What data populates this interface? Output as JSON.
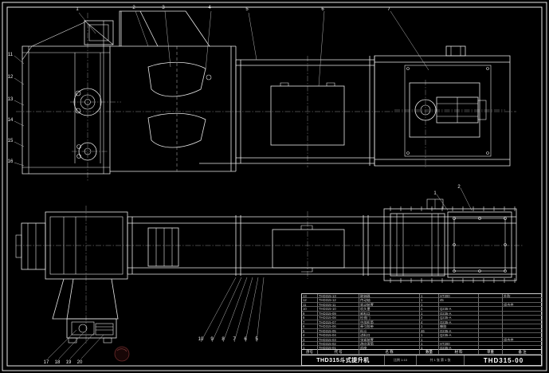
{
  "meta": {
    "background": "#000000",
    "line_color": "#e8e8e8",
    "centerline_color": "#8f8f8f",
    "stamp_color": "#6a2a2a"
  },
  "title_block": {
    "product_name": "THD315斗式提升机",
    "scale_text": "比例 1:10",
    "sheet_text": "共 1 张 第 1 张",
    "drawing_no": "THD315-00"
  },
  "parts_table": {
    "header": [
      "序号",
      "代  号",
      "名  称",
      "数量",
      "材  料",
      "单重",
      "备  注"
    ],
    "rows": [
      [
        "13",
        "THD315-13",
        "联轴器",
        "1",
        "HT200",
        "",
        "外购"
      ],
      [
        "12",
        "THD315-12",
        "传动轴",
        "1",
        "45",
        "",
        ""
      ],
      [
        "11",
        "THD315-11",
        "驱动装置",
        "1",
        "",
        "",
        "组合件"
      ],
      [
        "10",
        "THD315-10",
        "机头罩",
        "1",
        "Q235-A",
        "",
        ""
      ],
      [
        "9",
        "THD315-09",
        "卸料口",
        "1",
        "Q235-A",
        "",
        ""
      ],
      [
        "8",
        "THD315-08",
        "检视门",
        "2",
        "Q235-A",
        "",
        ""
      ],
      [
        "7",
        "THD315-07",
        "中部机筒",
        "4",
        "Q235-A",
        "",
        ""
      ],
      [
        "6",
        "THD315-06",
        "牵引胶带",
        "1",
        "橡胶",
        "",
        ""
      ],
      [
        "5",
        "THD315-05",
        "料斗",
        "46",
        "Q235-A",
        "",
        ""
      ],
      [
        "4",
        "THD315-04",
        "进料口",
        "1",
        "Q235-A",
        "",
        ""
      ],
      [
        "3",
        "THD315-03",
        "张紧装置",
        "1",
        "",
        "",
        "组合件"
      ],
      [
        "2",
        "THD315-02",
        "改向滚筒",
        "1",
        "HT200",
        "",
        ""
      ],
      [
        "1",
        "THD315-01",
        "机座",
        "1",
        "Q235-A",
        "",
        ""
      ]
    ]
  },
  "balloons": {
    "top": [
      "1",
      "2",
      "3",
      "4",
      "5",
      "6",
      "7"
    ],
    "left": [
      "11",
      "12",
      "13",
      "14",
      "15",
      "16"
    ],
    "bottom_mid": [
      "10",
      "9",
      "8",
      "7",
      "6",
      "5"
    ],
    "bottom_left": [
      "17",
      "18",
      "19",
      "20"
    ],
    "plan_right": [
      "1",
      "2"
    ]
  }
}
